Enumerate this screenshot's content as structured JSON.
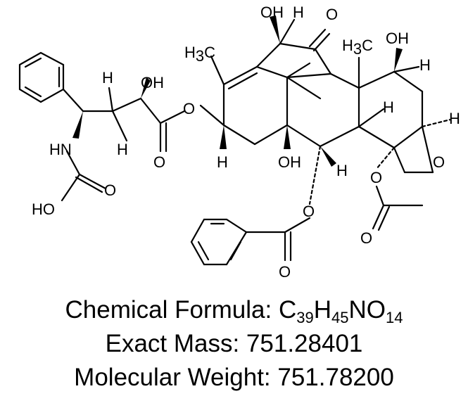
{
  "structure": {
    "labels": {
      "oh_top": "OH",
      "h_top": "H",
      "o_ketone": "O",
      "h3c_left": "H",
      "h3c_right": "H",
      "c_left": "C",
      "c_right": "C",
      "sub3": "3",
      "oh_right": "OH",
      "h_right": "H",
      "h_mid": "H",
      "h_far": "H",
      "o_oxetane": "O",
      "oh_side": "OH",
      "h_chain1": "H",
      "h_chain2": "H",
      "o_ester1": "O",
      "o_ester1_co": "O",
      "hn": "HN",
      "o_urea": "O",
      "ho_urea": "HO",
      "h_c13": "H",
      "oh_c1": "OH",
      "h_c2": "H",
      "o_benzoate": "O",
      "o_benzoate_co": "O",
      "o_acetate": "O",
      "o_acetate_co": "O"
    }
  },
  "properties": {
    "formula_label": "Chemical Formula: C",
    "formula_c": "39",
    "formula_h_letter": "H",
    "formula_h": "45",
    "formula_n": "NO",
    "formula_o": "14",
    "exact_mass_label": "Exact Mass: 751.28401",
    "mw_label": "Molecular Weight: 751.78200"
  }
}
